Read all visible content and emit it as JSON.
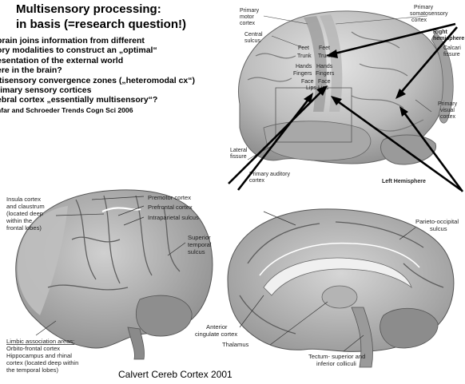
{
  "title": {
    "line1": "Multisensory processing:",
    "line2": "in basis (=research question!)"
  },
  "bullets": [
    "brain joins information from different",
    "ory modalities to construct an „optimal“",
    "esentation of the external world",
    "ere in the brain?",
    "ltisensory convergence zones („heteromodal cx“)",
    "rimary sensory cortices",
    "ebral cortex „essentially multisensory“?"
  ],
  "reference": "nfar and Schroeder Trends Cogn Sci 2006",
  "top_figure": {
    "labels": {
      "primary_motor_cortex": "Primary motor cortex",
      "central_sulcus": "Central sulcus",
      "primary_somatosensory_cortex": "Primary somatosensory cortex",
      "right_hemisphere": "Right hemisphere",
      "calcarine_fissure": "Calcarine fissure",
      "primary_visual_cortex": "Primary visual cortex",
      "lateral_fissure": "Lateral fissure",
      "primary_auditory_cortex": "Primary auditory cortex",
      "left_hemisphere": "Left Hemisphere",
      "feet": "Feet",
      "trunk": "Trunk",
      "hands": "Hands",
      "fingers": "Fingers",
      "face": "Face",
      "lips": "Lips"
    }
  },
  "bottom_figure": {
    "labels": {
      "insula": "Insula cortex and claustrum (located deep within the frontal lobes)",
      "premotor": "Premotor cortex",
      "prefrontal": "Prefrontal cortex",
      "intraparietal": "Intraparietal sulcus",
      "superior_temporal": "Superior temporal sulcus",
      "parieto_occipital": "Parieto-occipital sulcus",
      "limbic_title": "Limbic association areas:",
      "limbic_body": "Orbito-frontal cortex Hippocampus and rhinal cortex (located deep within the temporal lobes)",
      "anterior_cingulate": "Anterior cingulate cortex",
      "thalamus": "Thalamus",
      "tectum": "Tectum- superior and inferior colliculi"
    }
  },
  "citation": "Calvert Cereb Cortex 2001"
}
